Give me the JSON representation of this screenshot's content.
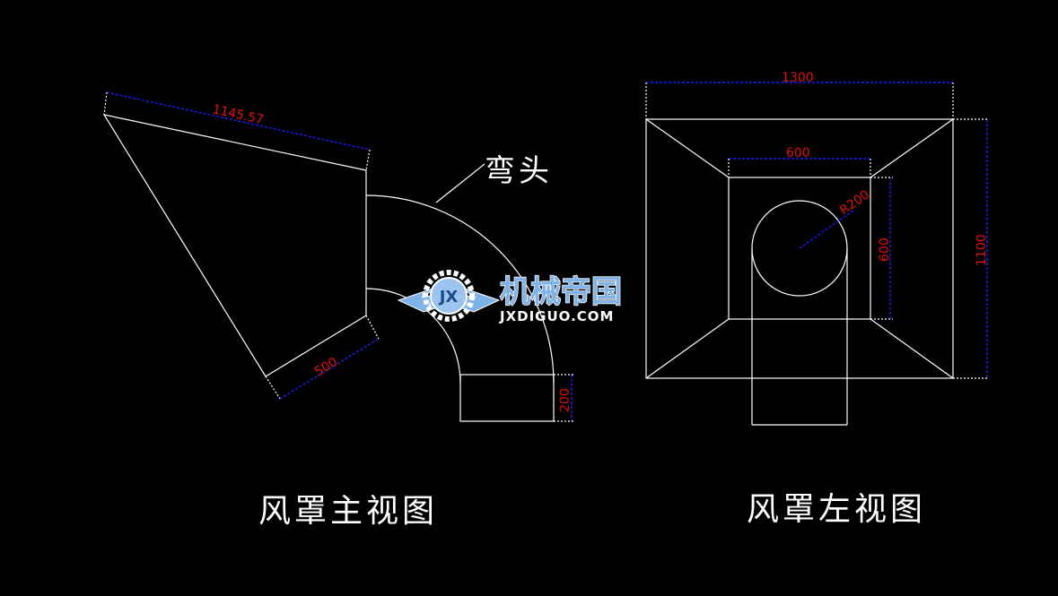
{
  "front_view": {
    "title": "风罩主视图",
    "elbow_label": "弯头",
    "dims": {
      "slant_length": "1145.57",
      "bottom_width": "500",
      "outlet_height": "200"
    }
  },
  "side_view": {
    "title": "风罩左视图",
    "dims": {
      "outer_width": "1300",
      "outer_height": "1100",
      "inner_width": "600",
      "inner_height": "600",
      "radius": "R200"
    }
  },
  "watermark": {
    "name": "机械帝国",
    "url": "JXDIGUO.COM"
  },
  "colors": {
    "background": "#000000",
    "lines": "#ffffff",
    "dimension_lines": "#1c1cff",
    "dimension_text": "#e01010"
  }
}
